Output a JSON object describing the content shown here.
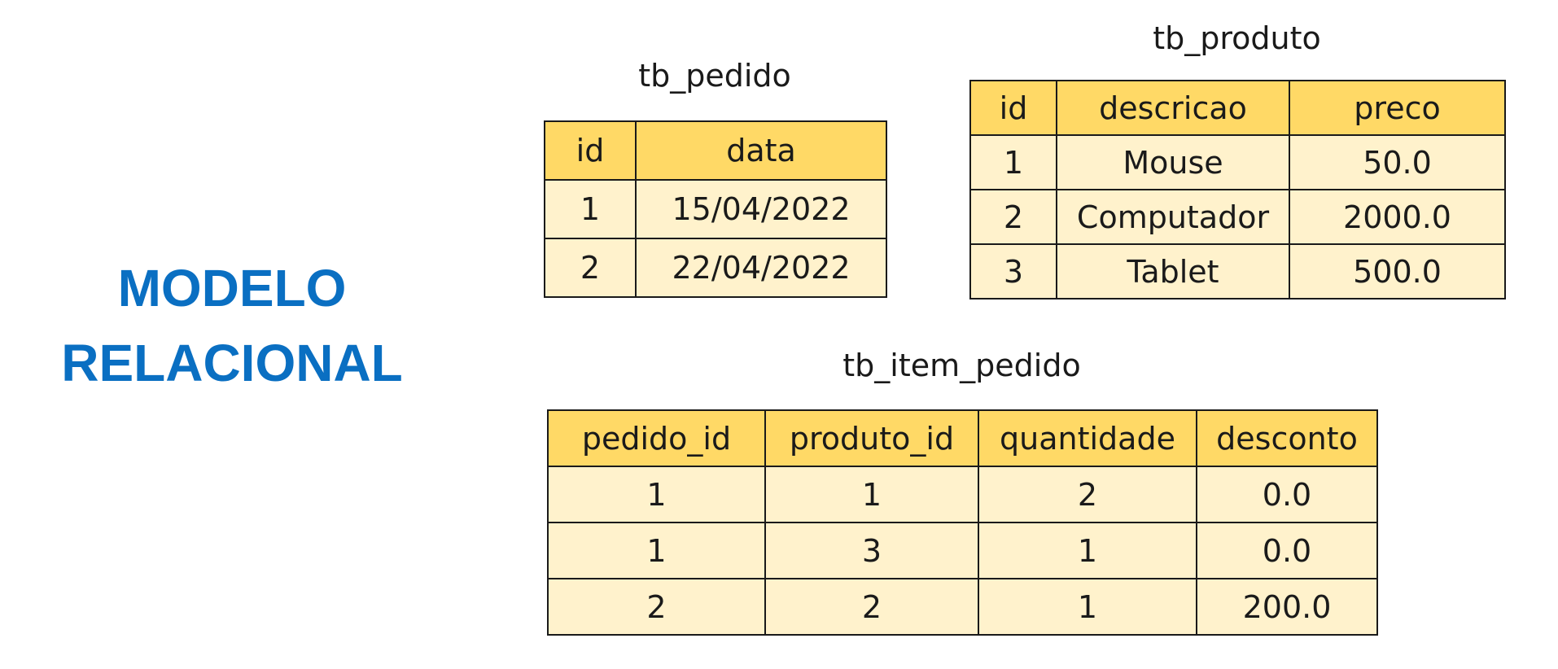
{
  "heading": {
    "line1": "MODELO",
    "line2": "RELACIONAL"
  },
  "colors": {
    "heading": "#0a6fc2",
    "header_fill": "#ffd966",
    "cell_fill": "#fff2cc",
    "border": "#1a1a1a"
  },
  "tables": {
    "pedido": {
      "name": "tb_pedido",
      "columns": [
        "id",
        "data"
      ],
      "rows": [
        [
          "1",
          "15/04/2022"
        ],
        [
          "2",
          "22/04/2022"
        ]
      ]
    },
    "produto": {
      "name": "tb_produto",
      "columns": [
        "id",
        "descricao",
        "preco"
      ],
      "rows": [
        [
          "1",
          "Mouse",
          "50.0"
        ],
        [
          "2",
          "Computador",
          "2000.0"
        ],
        [
          "3",
          "Tablet",
          "500.0"
        ]
      ]
    },
    "item_pedido": {
      "name": "tb_item_pedido",
      "columns": [
        "pedido_id",
        "produto_id",
        "quantidade",
        "desconto"
      ],
      "rows": [
        [
          "1",
          "1",
          "2",
          "0.0"
        ],
        [
          "1",
          "3",
          "1",
          "0.0"
        ],
        [
          "2",
          "2",
          "1",
          "200.0"
        ]
      ]
    }
  }
}
